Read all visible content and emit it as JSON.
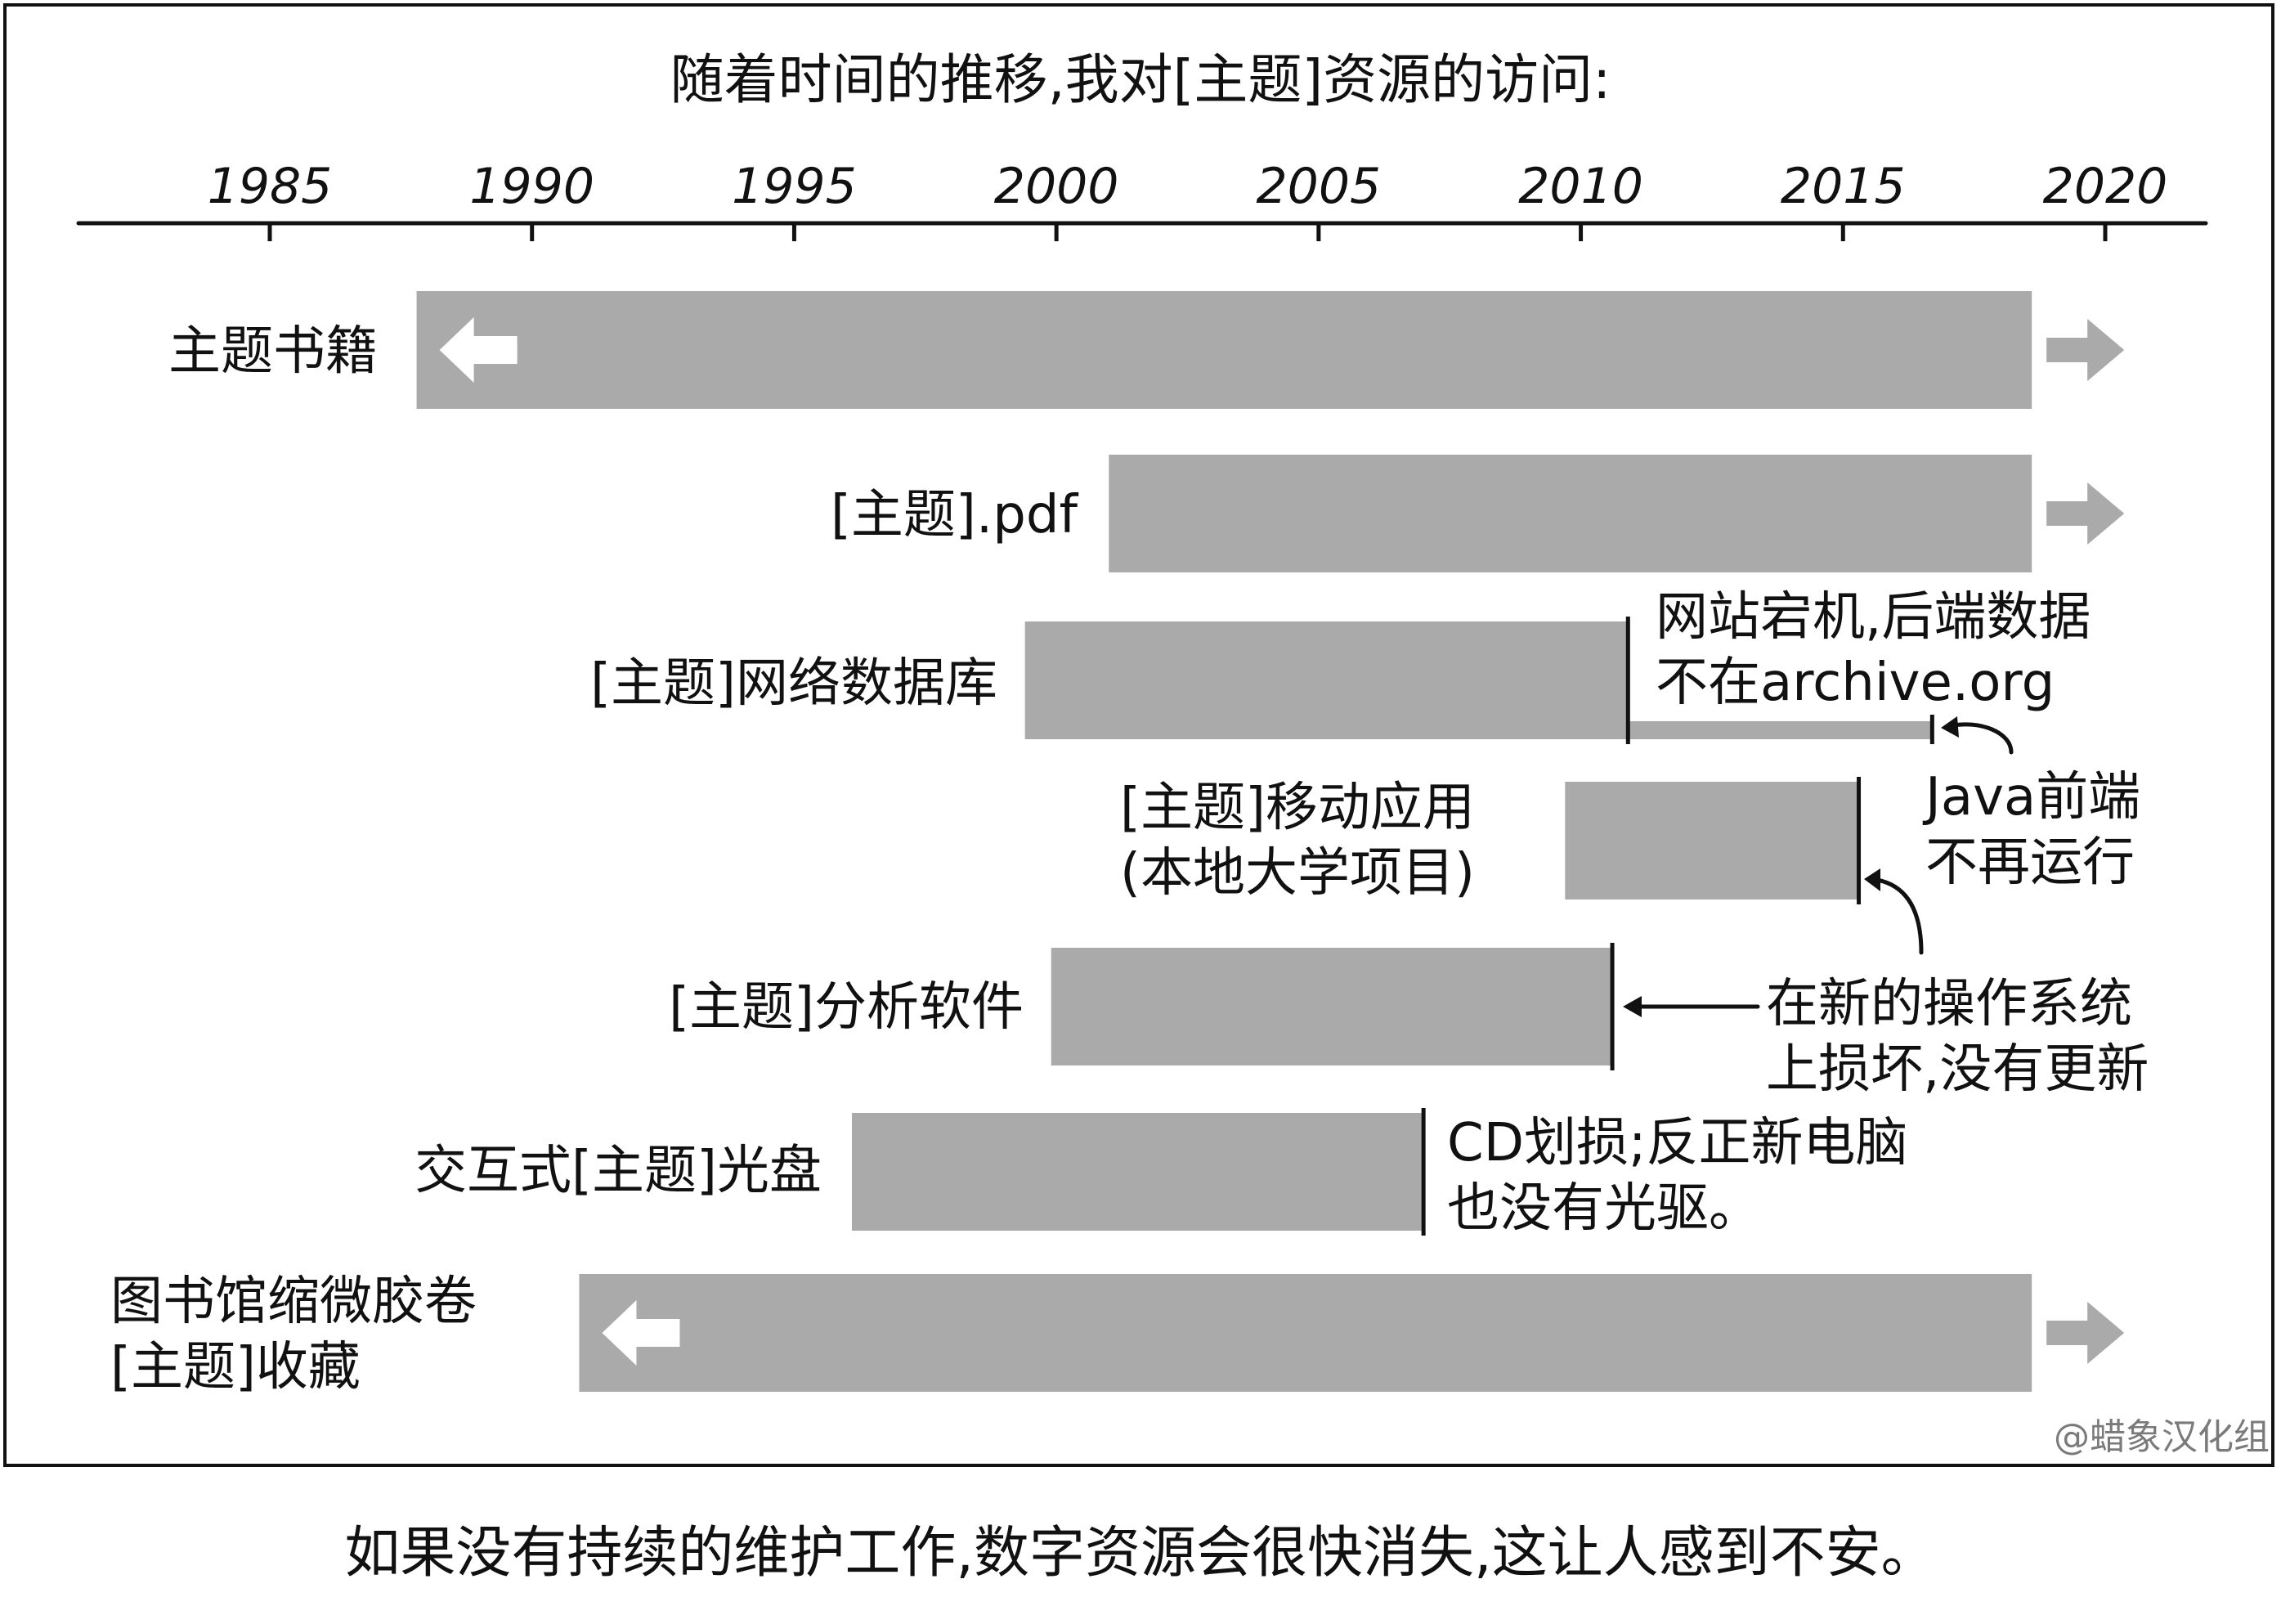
{
  "chart_data": {
    "type": "timeline",
    "title": "随着时间的推移,我对[主题]资源的访问:",
    "xlim": [
      1980,
      2021
    ],
    "ticks": [
      "1985",
      "1990",
      "1995",
      "2000",
      "2005",
      "2010",
      "2015",
      "2020"
    ],
    "rows": [
      {
        "label": "主题书籍",
        "start": 1987.8,
        "end": 2018.6,
        "extends_past": true,
        "extends_future": true,
        "end_mark": false
      },
      {
        "label": "[主题].pdf",
        "start": 2001.0,
        "end": 2018.6,
        "extends_past": false,
        "extends_future": true,
        "end_mark": false
      },
      {
        "label": "[主题]网络数据库",
        "start": 1999.4,
        "end": 2010.9,
        "extends_past": false,
        "extends_future": false,
        "end_mark": true,
        "tail_end": 2016.7
      },
      {
        "label": "[主题]移动应用\n(本地大学项目)",
        "start": 2009.7,
        "end": 2015.3,
        "extends_past": false,
        "extends_future": false,
        "end_mark": true
      },
      {
        "label": "[主题]分析软件",
        "start": 1999.9,
        "end": 2010.6,
        "extends_past": false,
        "extends_future": false,
        "end_mark": true
      },
      {
        "label": "交互式[主题]光盘",
        "start": 1996.1,
        "end": 2007.0,
        "extends_past": false,
        "extends_future": false,
        "end_mark": true
      },
      {
        "label": "图书馆缩微胶卷\n[主题]收藏",
        "start": 1990.9,
        "end": 2018.6,
        "extends_past": true,
        "extends_future": true,
        "end_mark": false
      }
    ],
    "annotations": [
      {
        "text": "网站宕机,后端数据\n不在archive.org"
      },
      {
        "text": "Java前端\n不再运行"
      },
      {
        "text": "在新的操作系统\n上损坏,没有更新"
      },
      {
        "text": "CD划损;反正新电脑\n也没有光驱。"
      }
    ],
    "colors": {
      "bar": "#aaaaaa",
      "ink": "#111111",
      "arrow_fill": "#ffffff"
    }
  },
  "footer": {
    "watermark": "@蜡象汉化组",
    "caption": "如果没有持续的维护工作,数字资源会很快消失,这让人感到不安。"
  }
}
